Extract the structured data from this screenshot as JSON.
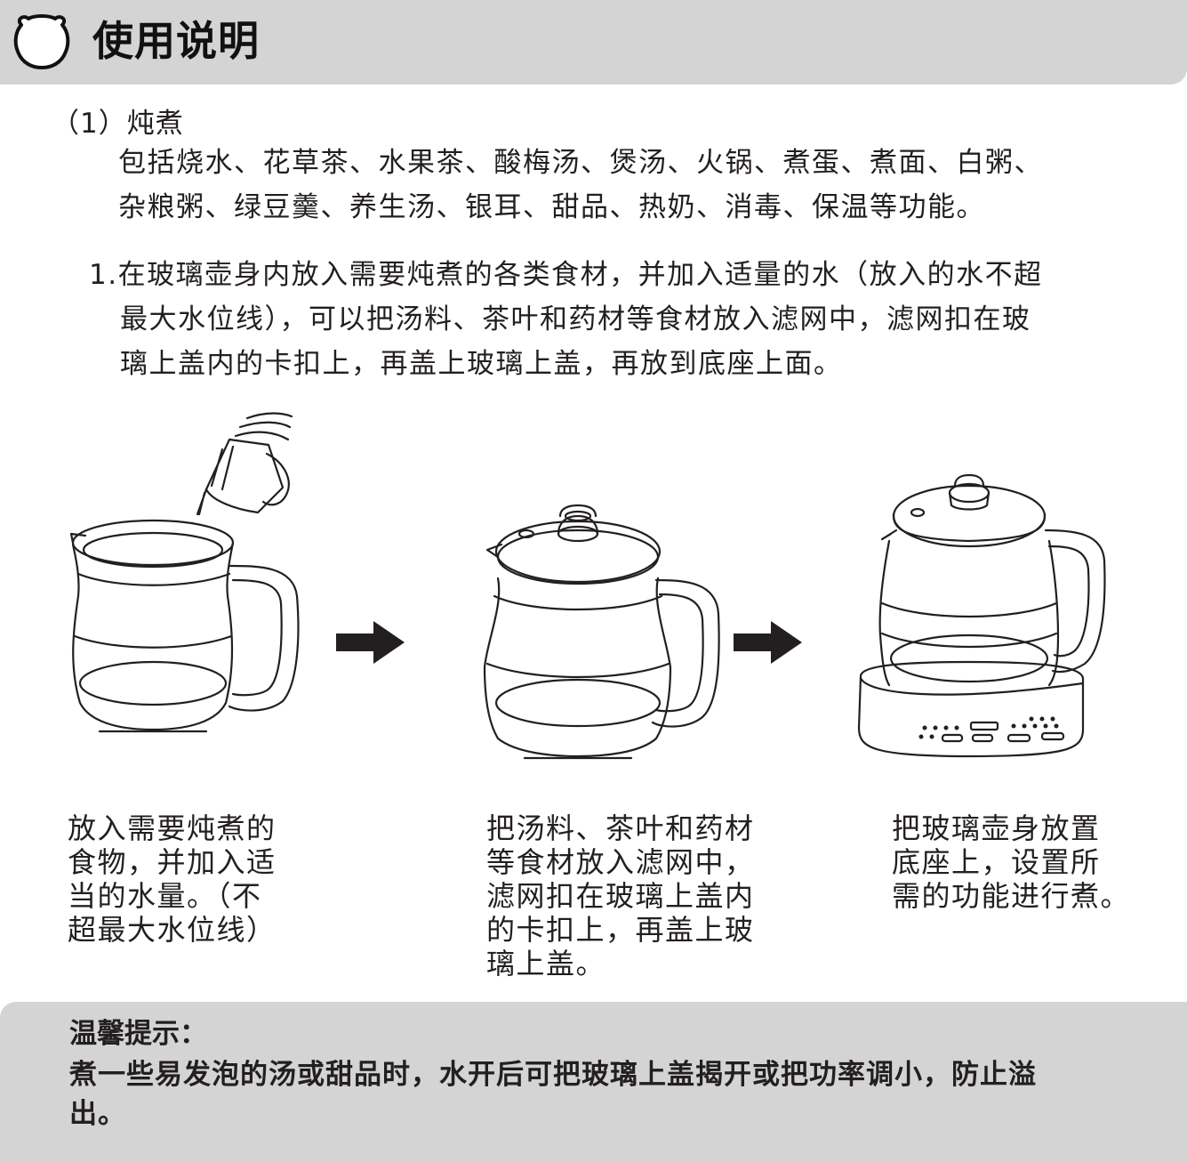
{
  "header": {
    "title": "使用说明",
    "logo_icon": "bear-head-icon"
  },
  "section": {
    "label": "（1）炖煮",
    "description_lines": [
      "包括烧水、花草茶、水果茶、酸梅汤、煲汤、火锅、煮蛋、煮面、白粥、",
      "杂粮粥、绿豆羹、养生汤、银耳、甜品、热奶、消毒、保温等功能。"
    ]
  },
  "step1": {
    "lines": [
      "1.在玻璃壶身内放入需要炖煮的各类食材，并加入适量的水（放入的水不超",
      "最大水位线），可以把汤料、茶叶和药材等食材放入滤网中，滤网扣在玻",
      "璃上盖内的卡扣上，再盖上玻璃上盖，再放到底座上面。"
    ]
  },
  "captions": [
    {
      "lines": [
        "放入需要炖煮的",
        "食物，并加入适",
        "当的水量。（不",
        "超最大水位线）"
      ]
    },
    {
      "lines": [
        "把汤料、茶叶和药材",
        "等食材放入滤网中，",
        "滤网扣在玻璃上盖内",
        "的卡扣上，再盖上玻",
        "璃上盖。"
      ]
    },
    {
      "lines": [
        "把玻璃壶身放置",
        "底座上，设置所",
        "需的功能进行煮。"
      ]
    }
  ],
  "tip": {
    "title": "温馨提示：",
    "lines": [
      "煮一些易发泡的汤或甜品时，水开后可把玻璃上盖揭开或把功率调小，防止溢",
      "出。"
    ]
  }
}
